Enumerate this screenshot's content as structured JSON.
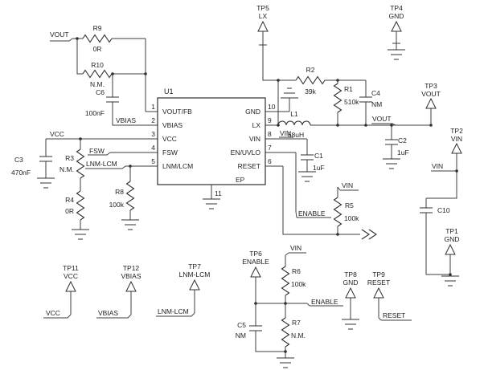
{
  "ic": {
    "ref": "U1",
    "ep": "EP",
    "ep_pin": "11",
    "left_pins": [
      {
        "num": "1",
        "name": "VOUT/FB"
      },
      {
        "num": "2",
        "name": "VBIAS"
      },
      {
        "num": "3",
        "name": "VCC"
      },
      {
        "num": "4",
        "name": "FSW"
      },
      {
        "num": "5",
        "name": "LNM/LCM"
      }
    ],
    "right_pins": [
      {
        "num": "10",
        "name": "GND"
      },
      {
        "num": "9",
        "name": "LX"
      },
      {
        "num": "8",
        "name": "VIN"
      },
      {
        "num": "7",
        "name": "EN/UVLO"
      },
      {
        "num": "6",
        "name": "RESET"
      }
    ]
  },
  "resistors": {
    "r1": {
      "ref": "R1",
      "value": "510k"
    },
    "r2": {
      "ref": "R2",
      "value": "39k"
    },
    "r3": {
      "ref": "R3",
      "value": "N.M."
    },
    "r4": {
      "ref": "R4",
      "value": "0R"
    },
    "r5": {
      "ref": "R5",
      "value": "100k"
    },
    "r6": {
      "ref": "R6",
      "value": "100k"
    },
    "r7": {
      "ref": "R7",
      "value": "N.M."
    },
    "r8": {
      "ref": "R8",
      "value": "100k"
    },
    "r9": {
      "ref": "R9",
      "value": "0R"
    },
    "r10": {
      "ref": "R10",
      "value": "N.M."
    }
  },
  "capacitors": {
    "c1": {
      "ref": "C1",
      "value": "1uF"
    },
    "c2": {
      "ref": "C2",
      "value": "1uF"
    },
    "c3": {
      "ref": "C3",
      "value": "470nF"
    },
    "c4": {
      "ref": "C4",
      "value": "NM"
    },
    "c5": {
      "ref": "C5",
      "value": "NM"
    },
    "c6": {
      "ref": "C6",
      "value": "100nF"
    },
    "c10": {
      "ref": "C10"
    }
  },
  "inductor": {
    "ref": "L1",
    "value": "68uH"
  },
  "testpoints": {
    "tp1": {
      "ref": "TP1",
      "net": "GND"
    },
    "tp2": {
      "ref": "TP2",
      "net": "VIN"
    },
    "tp3": {
      "ref": "TP3",
      "net": "VOUT"
    },
    "tp4": {
      "ref": "TP4",
      "net": "GND"
    },
    "tp5": {
      "ref": "TP5",
      "net": "LX"
    },
    "tp6": {
      "ref": "TP6",
      "net": "ENABLE"
    },
    "tp7": {
      "ref": "TP7",
      "net": "LNM-LCM"
    },
    "tp8": {
      "ref": "TP8",
      "net": "GND"
    },
    "tp9": {
      "ref": "TP9",
      "net": "RESET"
    },
    "tp11": {
      "ref": "TP11",
      "net": "VCC"
    },
    "tp12": {
      "ref": "TP12",
      "net": "VBIAS"
    }
  },
  "nets": {
    "vout": "VOUT",
    "vcc": "VCC",
    "vin": "VIN",
    "vbias": "VBIAS",
    "fsw": "FSW",
    "lnm_lcm": "LNM-LCM",
    "enable": "ENABLE",
    "reset": "RESET"
  }
}
